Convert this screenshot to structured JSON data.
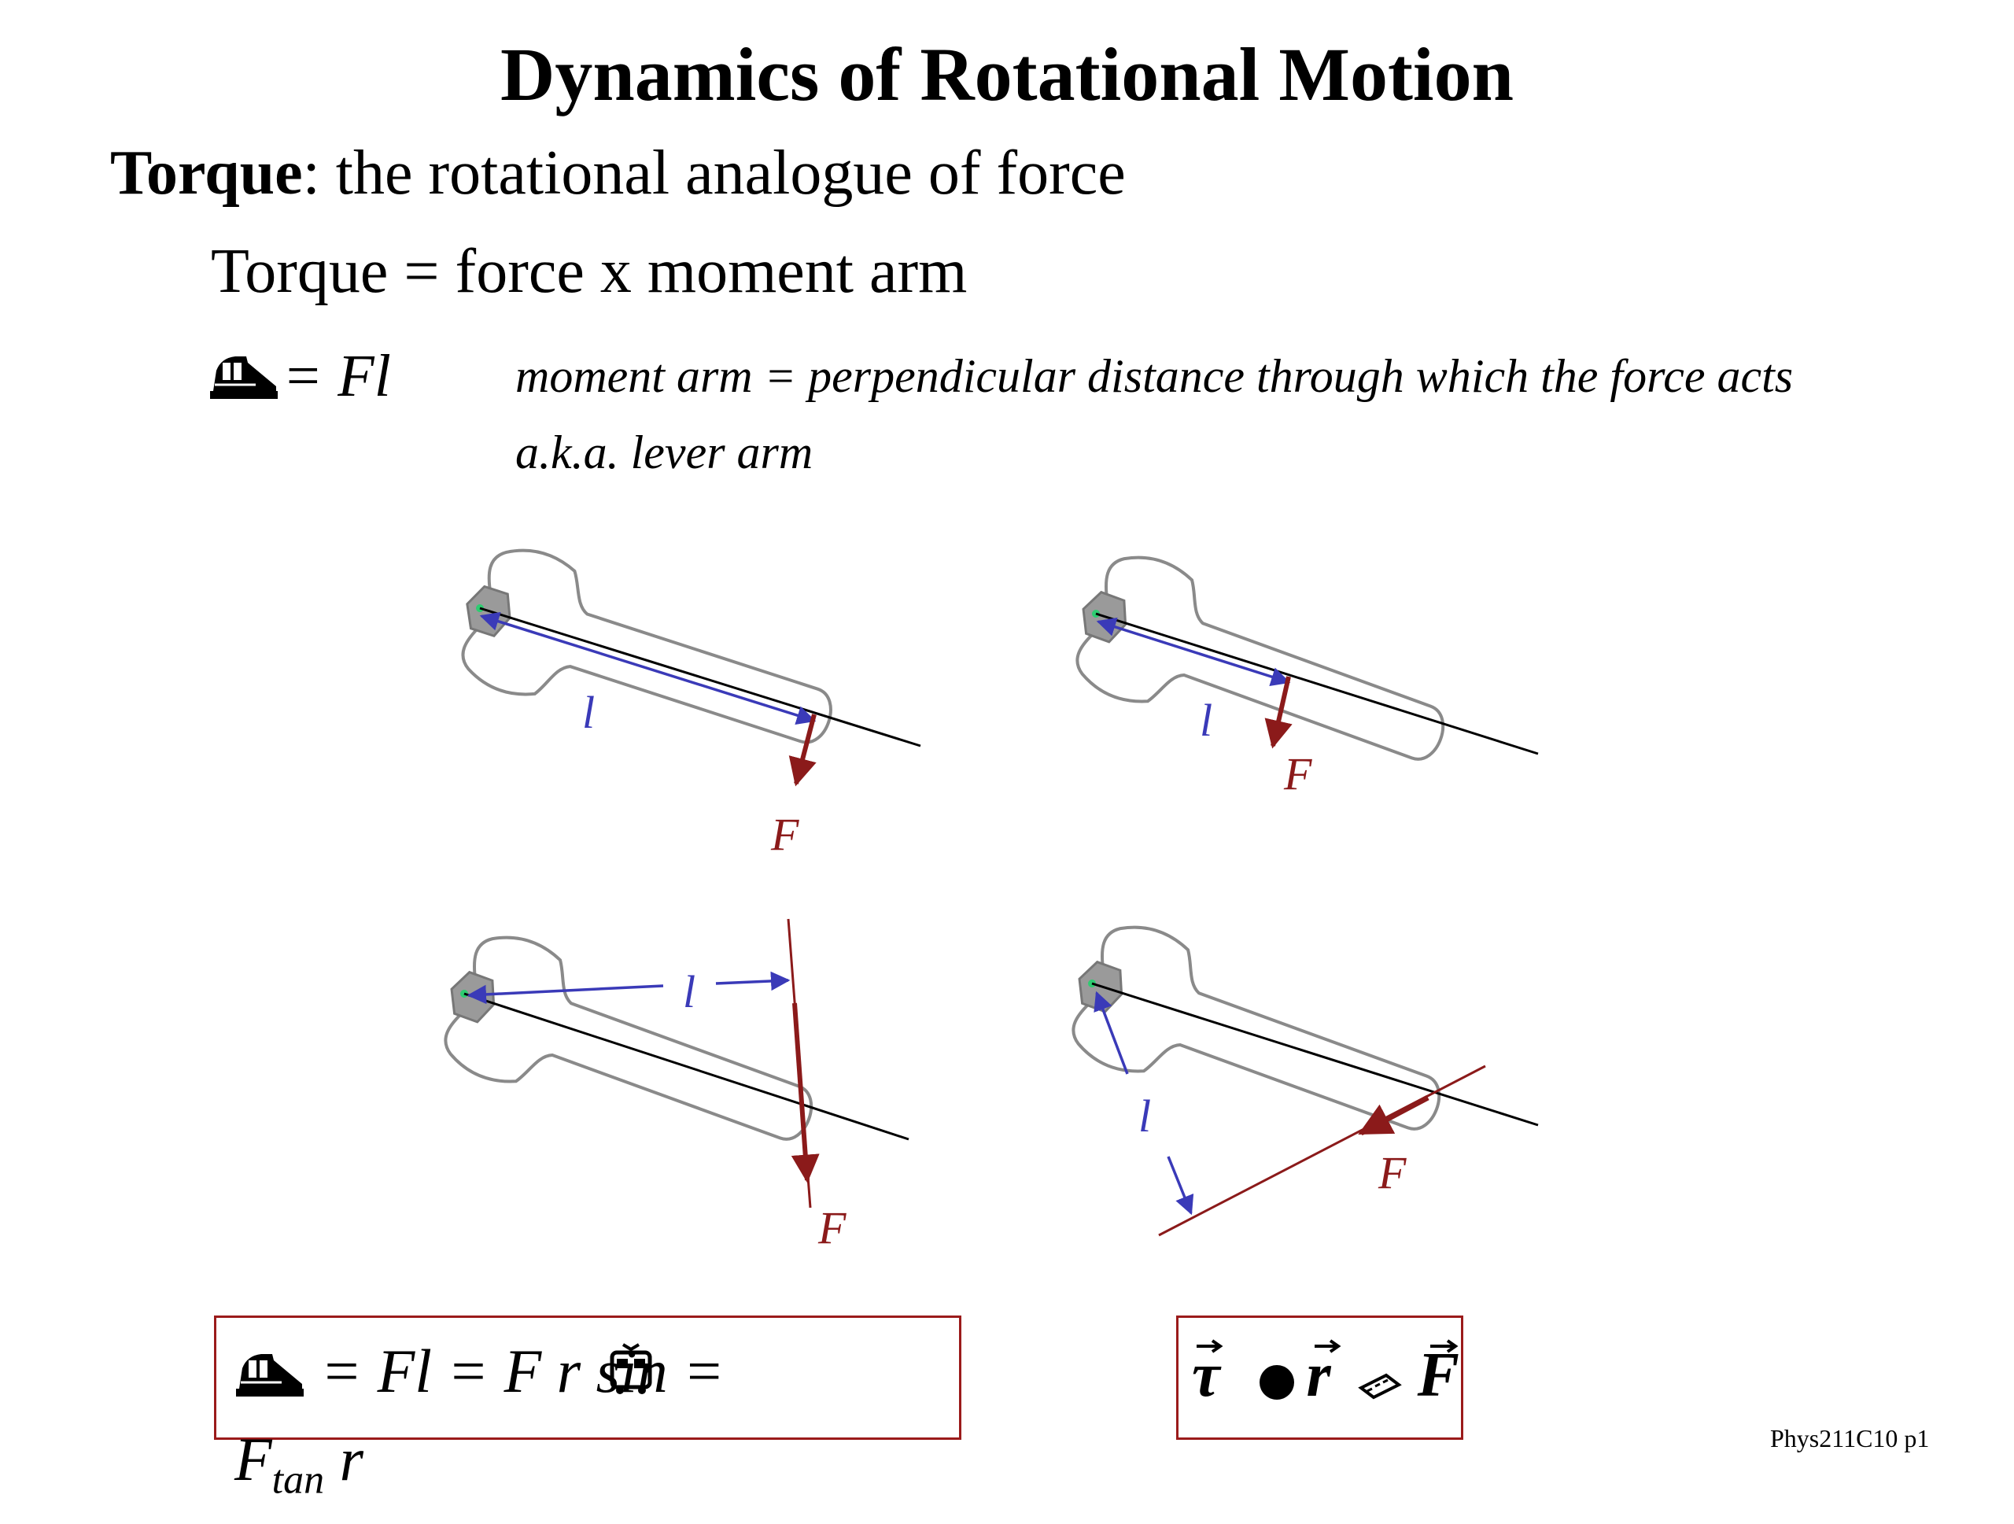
{
  "title": "Dynamics of Rotational Motion",
  "definition": {
    "term": "Torque",
    "text": ": the rotational analogue of force"
  },
  "formula_words": "Torque = force x moment arm",
  "tau_eq": {
    "text": "= Fl"
  },
  "notes": {
    "line1": "moment arm = perpendicular distance through which the force acts",
    "line2": "a.k.a.  lever arm"
  },
  "diagrams": {
    "l_label": "l",
    "f_label": "F",
    "colors": {
      "wrench": "#8a8a8a",
      "nut": "#9a9a9a",
      "lever": "#3a3ab8",
      "force": "#8b1a1a",
      "line": "#000000",
      "pivot": "#2ecc71"
    }
  },
  "box1": {
    "eq": " = Fl = F r sin  =",
    "cont_main": "F",
    "cont_sub": "tan",
    "cont_end": " r"
  },
  "box2": {
    "tau": "τ",
    "r": "r",
    "f": "F"
  },
  "footer": "Phys211C10 p1"
}
